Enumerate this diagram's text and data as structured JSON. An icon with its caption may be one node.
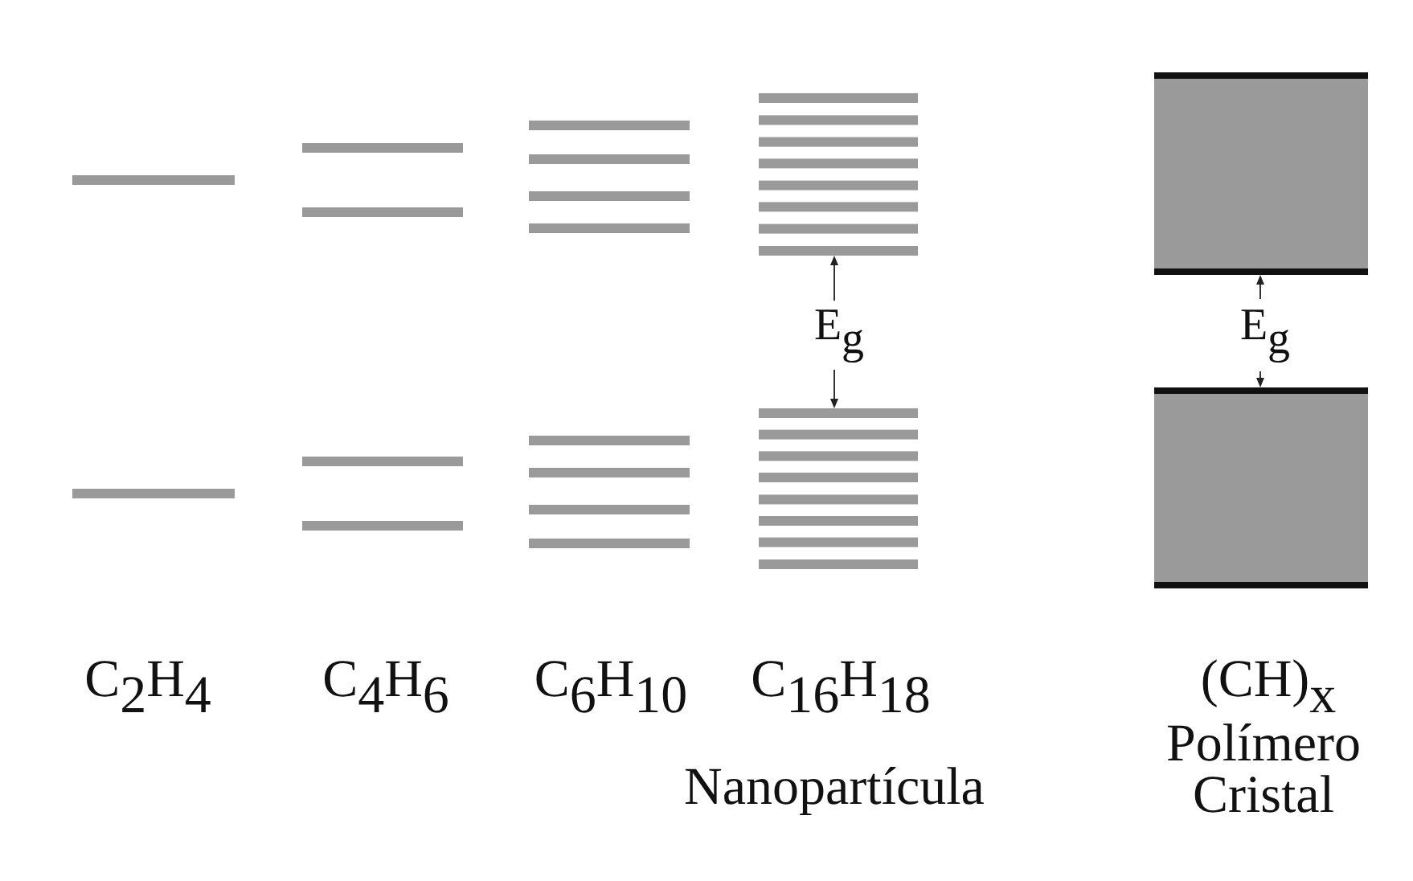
{
  "diagram": {
    "labels": [
      "E$_{g}$",
      "E$_{g}$",
      "C$_{2}$H$_{4}$",
      "C$_{4}$H$_{6}$",
      "C$_{6}$H$_{10}$",
      "C$_{16}$H$_{18}$",
      "Nanopartícula",
      "(CH)$_{x}$",
      "Polímero Cristal"
    ]
  }
}
